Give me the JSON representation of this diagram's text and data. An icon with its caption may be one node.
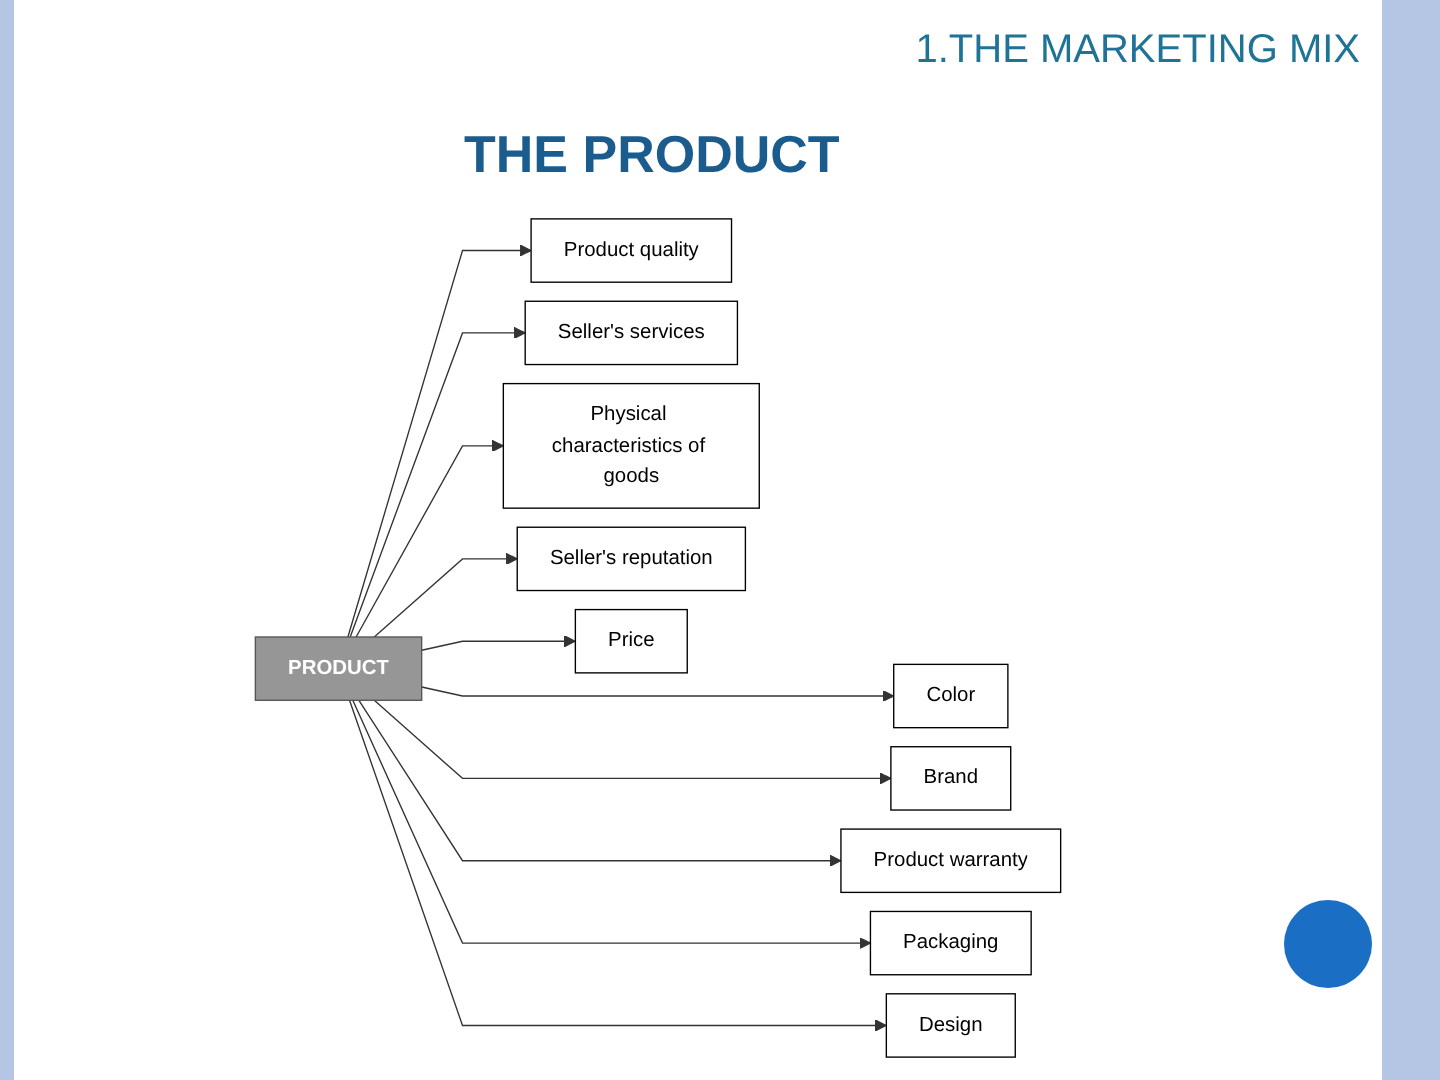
{
  "diagram": {
    "title": "1.THE MARKETING MIX",
    "nodes": [
      {
        "text": [
          "Product quality"
        ]
      },
      {
        "text": [
          "Seller's services"
        ]
      },
      {
        "text": [
          "Physical characteristics of goods"
        ]
      },
      {
        "text": [
          "Seller's reputation"
        ]
      },
      {
        "text": [
          "Price"
        ]
      },
      {
        "text": [
          "PRODUCT"
        ]
      },
      {
        "text": [
          "Color"
        ]
      },
      {
        "text": [
          "Brand"
        ]
      },
      {
        "text": [
          "Product warranty"
        ]
      },
      {
        "text": [
          "Packaging"
        ]
      },
      {
        "text": [
          "Design"
        ]
      }
    ],
    "edges": [
      {
        "from": 5,
        "to": 0,
        "arrow": "to"
      },
      {
        "from": 5,
        "to": 1,
        "arrow": "to"
      },
      {
        "from": 5,
        "to": 2,
        "arrow": "to"
      },
      {
        "from": 5,
        "to": 3,
        "arrow": "to"
      },
      {
        "from": 5,
        "to": 4,
        "arrow": "to"
      },
      {
        "from": 5,
        "to": 6,
        "arrow": "to"
      },
      {
        "from": 5,
        "to": 7,
        "arrow": "to"
      },
      {
        "from": 5,
        "to": 8,
        "arrow": "to"
      },
      {
        "from": 5,
        "to": 9,
        "arrow": "to"
      },
      {
        "from": 5,
        "to": 10,
        "arrow": "to"
      }
    ],
    "labels": [
      "THE PRODUCT"
    ]
  }
}
